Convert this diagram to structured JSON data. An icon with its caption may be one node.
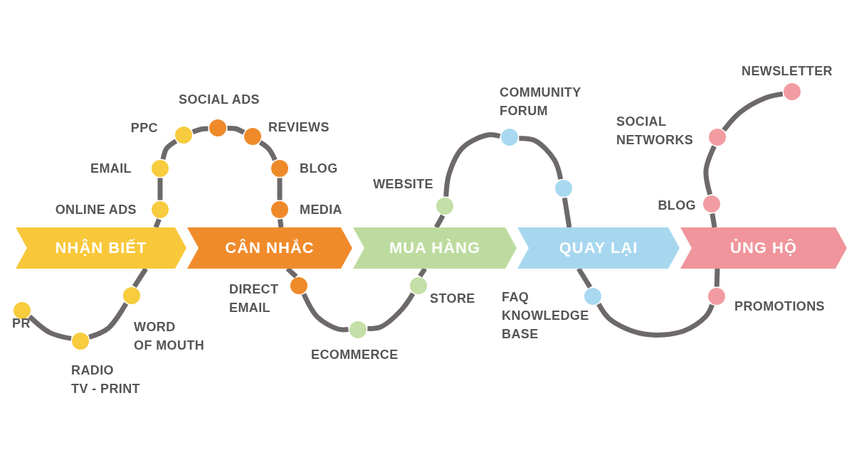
{
  "diagram": {
    "nodes": [
      {
        "text": [
          "NHẬN BIẾT"
        ]
      },
      {
        "text": [
          "CÂN NHẮC"
        ]
      },
      {
        "text": [
          "MUA HÀNG"
        ]
      },
      {
        "text": [
          "QUAY LẠI"
        ]
      },
      {
        "text": [
          "ỦNG HỘ"
        ]
      },
      {
        "text": [],
        "shape": "circle",
        "beside": [
          "PR"
        ]
      },
      {
        "text": [],
        "shape": "circle",
        "beside": [
          "RADIO TV - PRINT"
        ]
      },
      {
        "text": [],
        "shape": "circle",
        "beside": [
          "WORD OF MOUTH"
        ]
      },
      {
        "text": [],
        "shape": "circle",
        "beside": [
          "ONLINE ADS"
        ]
      },
      {
        "text": [],
        "shape": "circle",
        "beside": [
          "EMAIL"
        ]
      },
      {
        "text": [],
        "shape": "circle",
        "beside": [
          "PPC"
        ]
      },
      {
        "text": [],
        "shape": "circle",
        "beside": [
          "SOCIAL ADS"
        ]
      },
      {
        "text": [],
        "shape": "circle",
        "beside": [
          "REVIEWS"
        ]
      },
      {
        "text": [],
        "shape": "circle",
        "beside": [
          "BLOG"
        ]
      },
      {
        "text": [],
        "shape": "circle",
        "beside": [
          "MEDIA"
        ]
      },
      {
        "text": [],
        "shape": "circle",
        "beside": [
          "DIRECT EMAIL"
        ]
      },
      {
        "text": [],
        "shape": "circle",
        "beside": [
          "ECOMMERCE"
        ]
      },
      {
        "text": [],
        "shape": "circle",
        "beside": [
          "STORE"
        ]
      },
      {
        "text": [],
        "shape": "circle",
        "beside": [
          "WEBSITE"
        ]
      },
      {
        "text": [],
        "shape": "circle",
        "beside": [
          "COMMUNITY FORUM"
        ]
      },
      {
        "text": [],
        "shape": "circle"
      },
      {
        "text": [],
        "shape": "circle",
        "beside": [
          "FAQ KNOWLEDGE BASE"
        ]
      },
      {
        "text": [],
        "shape": "circle",
        "beside": [
          "PROMOTIONS"
        ]
      },
      {
        "text": [],
        "shape": "circle",
        "beside": [
          "BLOG"
        ]
      },
      {
        "text": [],
        "shape": "circle",
        "beside": [
          "SOCIAL NETWORKS"
        ]
      },
      {
        "text": [],
        "shape": "circle",
        "beside": [
          "NEWSLETTER"
        ]
      }
    ],
    "edges": [
      {
        "from": 5,
        "to": 6,
        "arrow": "none"
      },
      {
        "from": 6,
        "to": 7,
        "arrow": "none"
      },
      {
        "from": 7,
        "to": 0,
        "arrow": "none"
      },
      {
        "from": 0,
        "to": 8,
        "arrow": "none"
      },
      {
        "from": 8,
        "to": 9,
        "arrow": "none"
      },
      {
        "from": 9,
        "to": 10,
        "arrow": "none"
      },
      {
        "from": 10,
        "to": 11,
        "arrow": "none"
      },
      {
        "from": 11,
        "to": 12,
        "arrow": "none"
      },
      {
        "from": 12,
        "to": 13,
        "arrow": "none"
      },
      {
        "from": 13,
        "to": 14,
        "arrow": "none"
      },
      {
        "from": 14,
        "to": 1,
        "arrow": "none"
      },
      {
        "from": 1,
        "to": 15,
        "arrow": "none"
      },
      {
        "from": 15,
        "to": 16,
        "arrow": "none"
      },
      {
        "from": 16,
        "to": 17,
        "arrow": "none"
      },
      {
        "from": 17,
        "to": 2,
        "arrow": "none"
      },
      {
        "from": 2,
        "to": 18,
        "arrow": "none"
      },
      {
        "from": 18,
        "to": 19,
        "arrow": "none"
      },
      {
        "from": 19,
        "to": 20,
        "arrow": "none"
      },
      {
        "from": 20,
        "to": 3,
        "arrow": "none"
      },
      {
        "from": 3,
        "to": 21,
        "arrow": "none"
      },
      {
        "from": 21,
        "to": 22,
        "arrow": "none"
      },
      {
        "from": 22,
        "to": 4,
        "arrow": "none"
      },
      {
        "from": 4,
        "to": 23,
        "arrow": "none"
      },
      {
        "from": 23,
        "to": 24,
        "arrow": "none"
      },
      {
        "from": 24,
        "to": 25,
        "arrow": "none"
      }
    ]
  }
}
